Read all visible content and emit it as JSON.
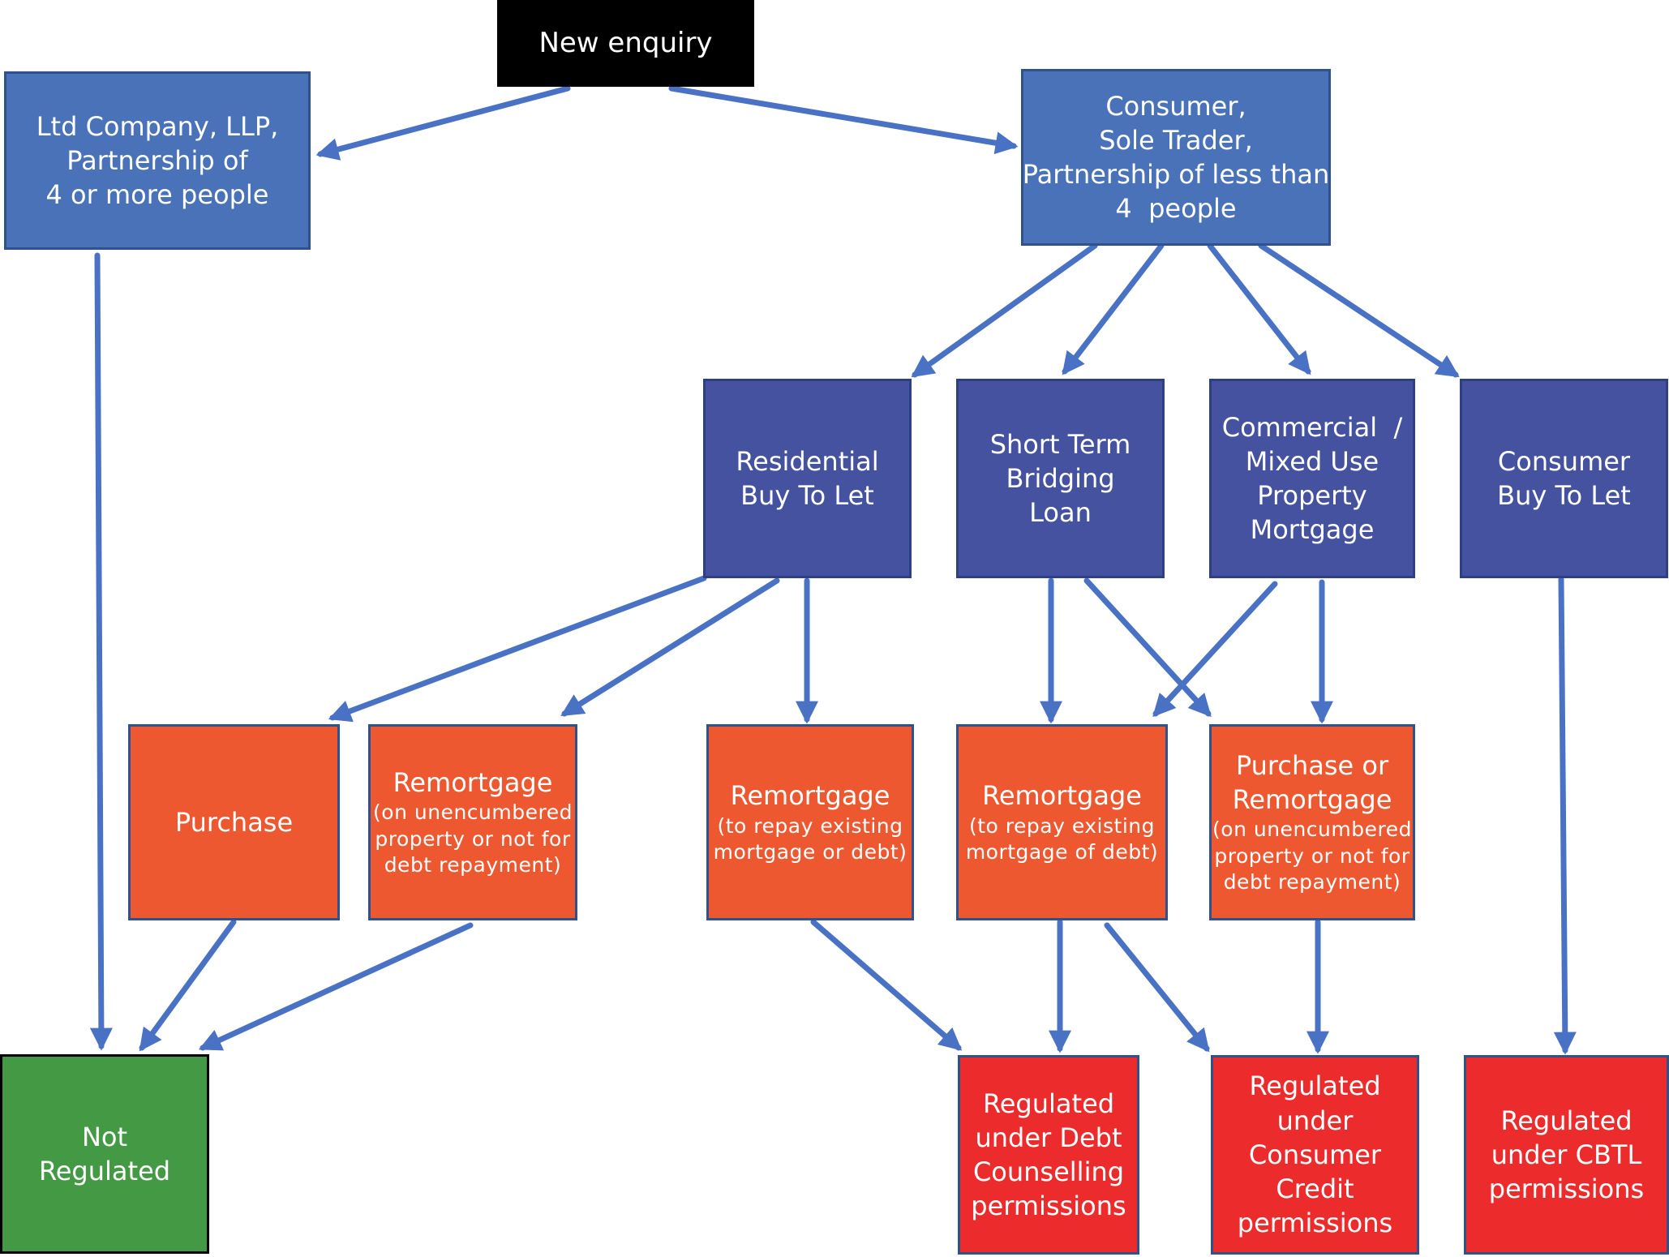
{
  "diagram": {
    "new_enquiry": [
      "New enquiry"
    ],
    "ltd_company": [
      "Ltd Company, LLP,",
      "Partnership of",
      "4 or more people"
    ],
    "consumer": [
      "Consumer,",
      "Sole Trader,",
      "Partnership of less than",
      "4  people"
    ],
    "residential_btl": [
      "Residential",
      "Buy To Let"
    ],
    "short_term_bridging": [
      "Short Term",
      "Bridging",
      "Loan"
    ],
    "commercial_mixed": [
      "Commercial  /",
      "Mixed Use",
      "Property",
      "Mortgage"
    ],
    "consumer_btl": [
      "Consumer",
      "Buy To Let"
    ],
    "purchase": [
      "Purchase"
    ],
    "remortgage_unencumbered": {
      "title": "Remortgage",
      "detail": [
        "(on unencumbered",
        "property or not for",
        "debt repayment)"
      ]
    },
    "remortgage_repay_1": {
      "title": "Remortgage",
      "detail": [
        "(to repay existing",
        "mortgage or debt)"
      ]
    },
    "remortgage_repay_2": {
      "title": "Remortgage",
      "detail": [
        "(to repay existing",
        "mortgage of debt)"
      ]
    },
    "purchase_or_remortgage": {
      "title": [
        "Purchase or",
        "Remortgage"
      ],
      "detail": [
        "(on unencumbered",
        "property or not for",
        "debt repayment)"
      ]
    },
    "not_regulated": [
      "Not",
      "Regulated"
    ],
    "regulated_debt": [
      "Regulated",
      "under Debt",
      "Counselling",
      "permissions"
    ],
    "regulated_consumer_credit": [
      "Regulated",
      "under",
      "Consumer",
      "Credit",
      "permissions"
    ],
    "regulated_cbtl": [
      "Regulated",
      "under CBTL",
      "permissions"
    ]
  },
  "colors": {
    "arrow": "#4a72c4",
    "start": "#000000",
    "entity": "#4a72b8",
    "product": "#4552a0",
    "purpose": "#ee5830",
    "regulated": "#ec2c2c",
    "not_regulated": "#449a44"
  }
}
